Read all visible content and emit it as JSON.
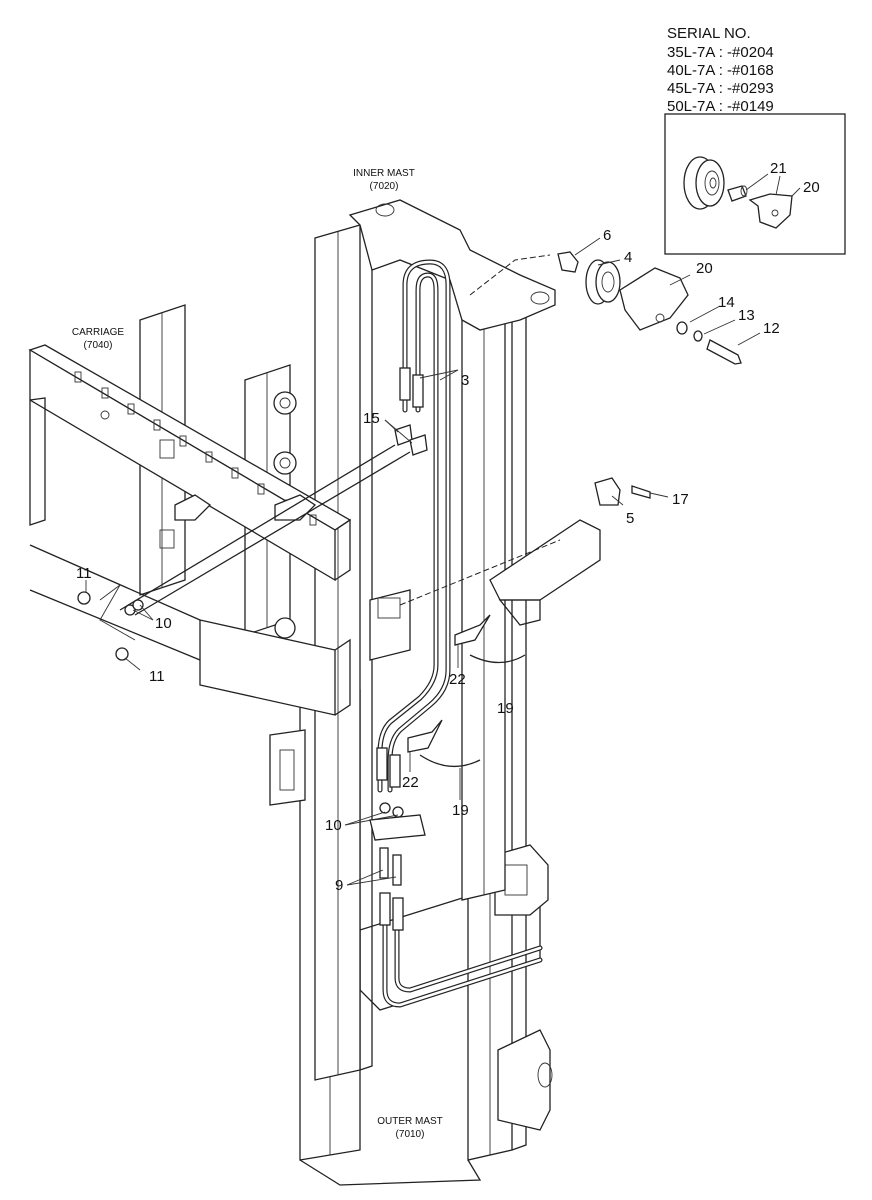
{
  "serial": {
    "heading": "SERIAL NO.",
    "lines": [
      "35L-7A : -#0204",
      "40L-7A : -#0168",
      "45L-7A : -#0293",
      "50L-7A : -#0149"
    ]
  },
  "assemblies": {
    "inner_mast": {
      "name": "INNER MAST",
      "code": "(7020)"
    },
    "carriage": {
      "name": "CARRIAGE",
      "code": "(7040)"
    },
    "outer_mast": {
      "name": "OUTER MAST",
      "code": "(7010)"
    }
  },
  "callouts": {
    "c3": "3",
    "c4": "4",
    "c5": "5",
    "c6": "6",
    "c9": "9",
    "c10a": "10",
    "c10b": "10",
    "c11a": "11",
    "c11b": "11",
    "c12": "12",
    "c13": "13",
    "c14": "14",
    "c15": "15",
    "c17": "17",
    "c19a": "19",
    "c19b": "19",
    "c20a": "20",
    "c20b": "20",
    "c21": "21",
    "c22a": "22",
    "c22b": "22"
  }
}
